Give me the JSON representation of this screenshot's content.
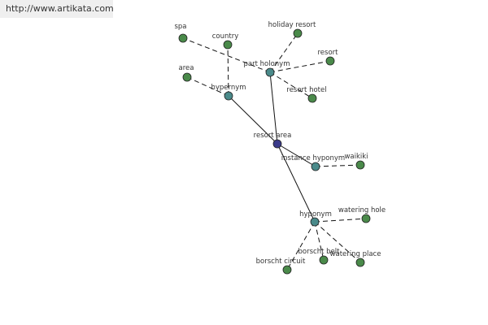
{
  "header": {
    "url": "http://www.artikata.com"
  },
  "colors": {
    "center": "#3a3a8a",
    "relation": "#4a8a8a",
    "leaf": "#4a8a4a",
    "stroke": "#222222",
    "edge": "#111111"
  },
  "nodes": [
    {
      "id": "resort_area",
      "label": "resort area",
      "kind": "center"
    },
    {
      "id": "part_holonym",
      "label": "part holonym",
      "kind": "relation"
    },
    {
      "id": "hypernym",
      "label": "hypernym",
      "kind": "relation"
    },
    {
      "id": "instance_hyponym",
      "label": "instance hyponym",
      "kind": "relation"
    },
    {
      "id": "hyponym",
      "label": "hyponym",
      "kind": "relation"
    },
    {
      "id": "spa",
      "label": "spa",
      "kind": "leaf"
    },
    {
      "id": "country",
      "label": "country",
      "kind": "leaf"
    },
    {
      "id": "holiday_resort",
      "label": "holiday resort",
      "kind": "leaf"
    },
    {
      "id": "resort",
      "label": "resort",
      "kind": "leaf"
    },
    {
      "id": "resort_hotel",
      "label": "resort hotel",
      "kind": "leaf"
    },
    {
      "id": "area",
      "label": "area",
      "kind": "leaf"
    },
    {
      "id": "waikiki",
      "label": "waikiki",
      "kind": "leaf"
    },
    {
      "id": "watering_hole",
      "label": "watering hole",
      "kind": "leaf"
    },
    {
      "id": "borscht_belt",
      "label": "borscht belt",
      "kind": "leaf"
    },
    {
      "id": "watering_place",
      "label": "watering place",
      "kind": "leaf"
    },
    {
      "id": "borscht_circuit",
      "label": "borscht circuit",
      "kind": "leaf"
    }
  ],
  "edges": [
    {
      "from": "resort_area",
      "to": "part_holonym",
      "style": "solid"
    },
    {
      "from": "resort_area",
      "to": "hypernym",
      "style": "solid"
    },
    {
      "from": "resort_area",
      "to": "instance_hyponym",
      "style": "solid"
    },
    {
      "from": "resort_area",
      "to": "hyponym",
      "style": "solid"
    },
    {
      "from": "part_holonym",
      "to": "spa",
      "style": "dashed"
    },
    {
      "from": "part_holonym",
      "to": "holiday_resort",
      "style": "dashed"
    },
    {
      "from": "part_holonym",
      "to": "resort",
      "style": "dashed"
    },
    {
      "from": "part_holonym",
      "to": "resort_hotel",
      "style": "dashed"
    },
    {
      "from": "hypernym",
      "to": "country",
      "style": "dashed"
    },
    {
      "from": "hypernym",
      "to": "area",
      "style": "dashed"
    },
    {
      "from": "instance_hyponym",
      "to": "waikiki",
      "style": "dashed"
    },
    {
      "from": "hyponym",
      "to": "watering_hole",
      "style": "dashed"
    },
    {
      "from": "hyponym",
      "to": "borscht_belt",
      "style": "dashed"
    },
    {
      "from": "hyponym",
      "to": "watering_place",
      "style": "dashed"
    },
    {
      "from": "hyponym",
      "to": "borscht_circuit",
      "style": "dashed"
    }
  ]
}
